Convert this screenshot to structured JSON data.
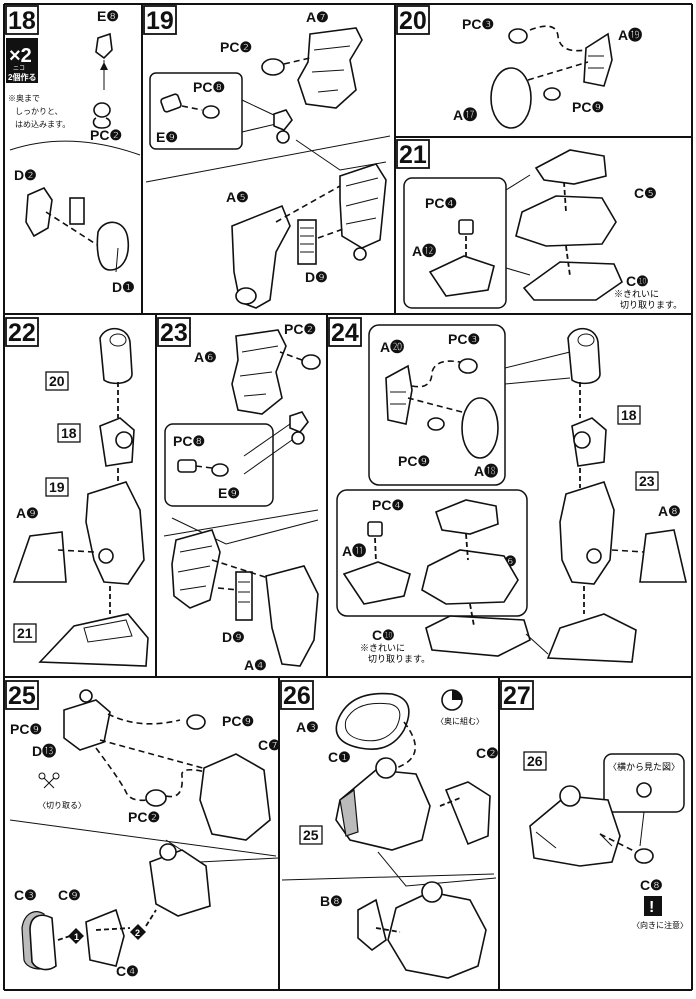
{
  "steps": {
    "s18": {
      "number": "18",
      "multiplier": "×2",
      "multiplier_sub": "2個作る",
      "note_small": "ニコ",
      "note": [
        "※奥まで",
        "しっかりと、",
        "はめ込みます。"
      ],
      "parts": {
        "e8": "E❽",
        "pc2": "PC❷",
        "d2": "D❷",
        "d1": "D❶"
      }
    },
    "s19": {
      "number": "19",
      "parts": {
        "a7": "A❼",
        "pc2": "PC❷",
        "pc8": "PC❽",
        "e9": "E❾",
        "a5": "A❺",
        "d9": "D❾"
      }
    },
    "s20": {
      "number": "20",
      "parts": {
        "pc3": "PC❸",
        "a19": "A⓳",
        "a17": "A⓱",
        "pc9": "PC❾"
      }
    },
    "s21": {
      "number": "21",
      "parts": {
        "pc4": "PC❹",
        "a12": "A⓬",
        "c5": "C❺",
        "c10": "C❿"
      },
      "note": [
        "※きれいに",
        "切り取ります。"
      ]
    },
    "s22": {
      "number": "22",
      "parts": {
        "a9": "A❾"
      },
      "refs": {
        "r20": "20",
        "r18": "18",
        "r19": "19",
        "r21": "21"
      }
    },
    "s23": {
      "number": "23",
      "parts": {
        "pc2": "PC❷",
        "a6": "A❻",
        "pc8": "PC❽",
        "e9": "E❾",
        "d9": "D❾",
        "a4": "A❹"
      }
    },
    "s24": {
      "number": "24",
      "parts": {
        "a20": "A⓴",
        "pc3": "PC❸",
        "pc9": "PC❾",
        "a18": "A⓲",
        "pc4": "PC❹",
        "a11": "A⓫",
        "c6": "C❻",
        "c10": "C❿",
        "a8": "A❽"
      },
      "note": [
        "※きれいに",
        "切り取ります。"
      ],
      "refs": {
        "r18": "18",
        "r23": "23"
      }
    },
    "s25": {
      "number": "25",
      "parts": {
        "pc9": "PC❾",
        "d13": "D⓭",
        "c7": "C❼",
        "pc2": "PC❷",
        "c3": "C❸",
        "c9": "C❾",
        "c4": "C❹",
        "pc9b": "PC❾"
      },
      "cut_note": "〈切り取る〉",
      "order": [
        "1",
        "2"
      ]
    },
    "s26": {
      "number": "26",
      "parts": {
        "a3": "A❸",
        "c1": "C❶",
        "c2": "C❷",
        "b8": "B❽"
      },
      "refs": {
        "r25": "25"
      },
      "dir_note": "〈奥に組む〉"
    },
    "s27": {
      "number": "27",
      "parts": {
        "c8": "C❽"
      },
      "refs": {
        "r26": "26"
      },
      "side_view": "〈横から見た図〉",
      "warn_note": "〈向きに注意〉",
      "warn_icon": "!"
    }
  }
}
